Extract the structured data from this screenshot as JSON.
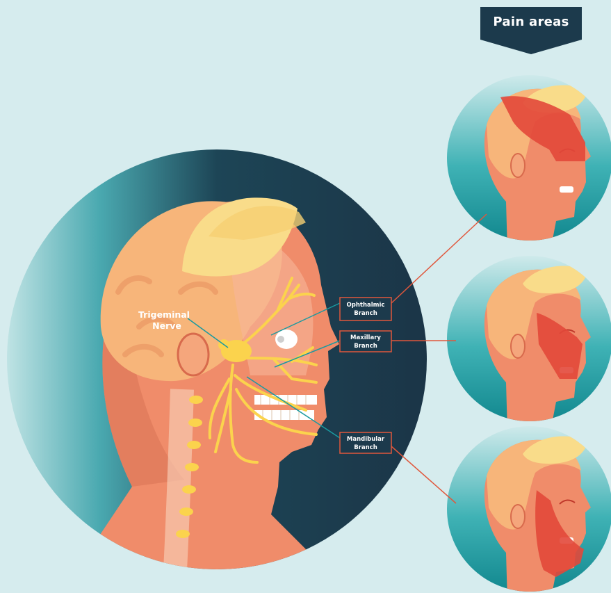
{
  "header": {
    "title": "Pain areas"
  },
  "labels": {
    "nerve_line1": "Trigeminal",
    "nerve_line2": "Nerve",
    "ophthalmic_line1": "Ophthalmic",
    "ophthalmic_line2": "Branch",
    "maxillary_line1": "Maxillary",
    "maxillary_line2": "Branch",
    "mandibular_line1": "Mandibular",
    "mandibular_line2": "Branch"
  },
  "colors": {
    "background": "#d6ecee",
    "dark_navy": "#1c3a4c",
    "teal": "#1a9aa0",
    "skin": "#f08c6a",
    "brain": "#f7b57a",
    "hair": "#f9dc8a",
    "nerve": "#fbd34d",
    "pain_red": "#e2483a",
    "callout_line": "#e0573c"
  }
}
